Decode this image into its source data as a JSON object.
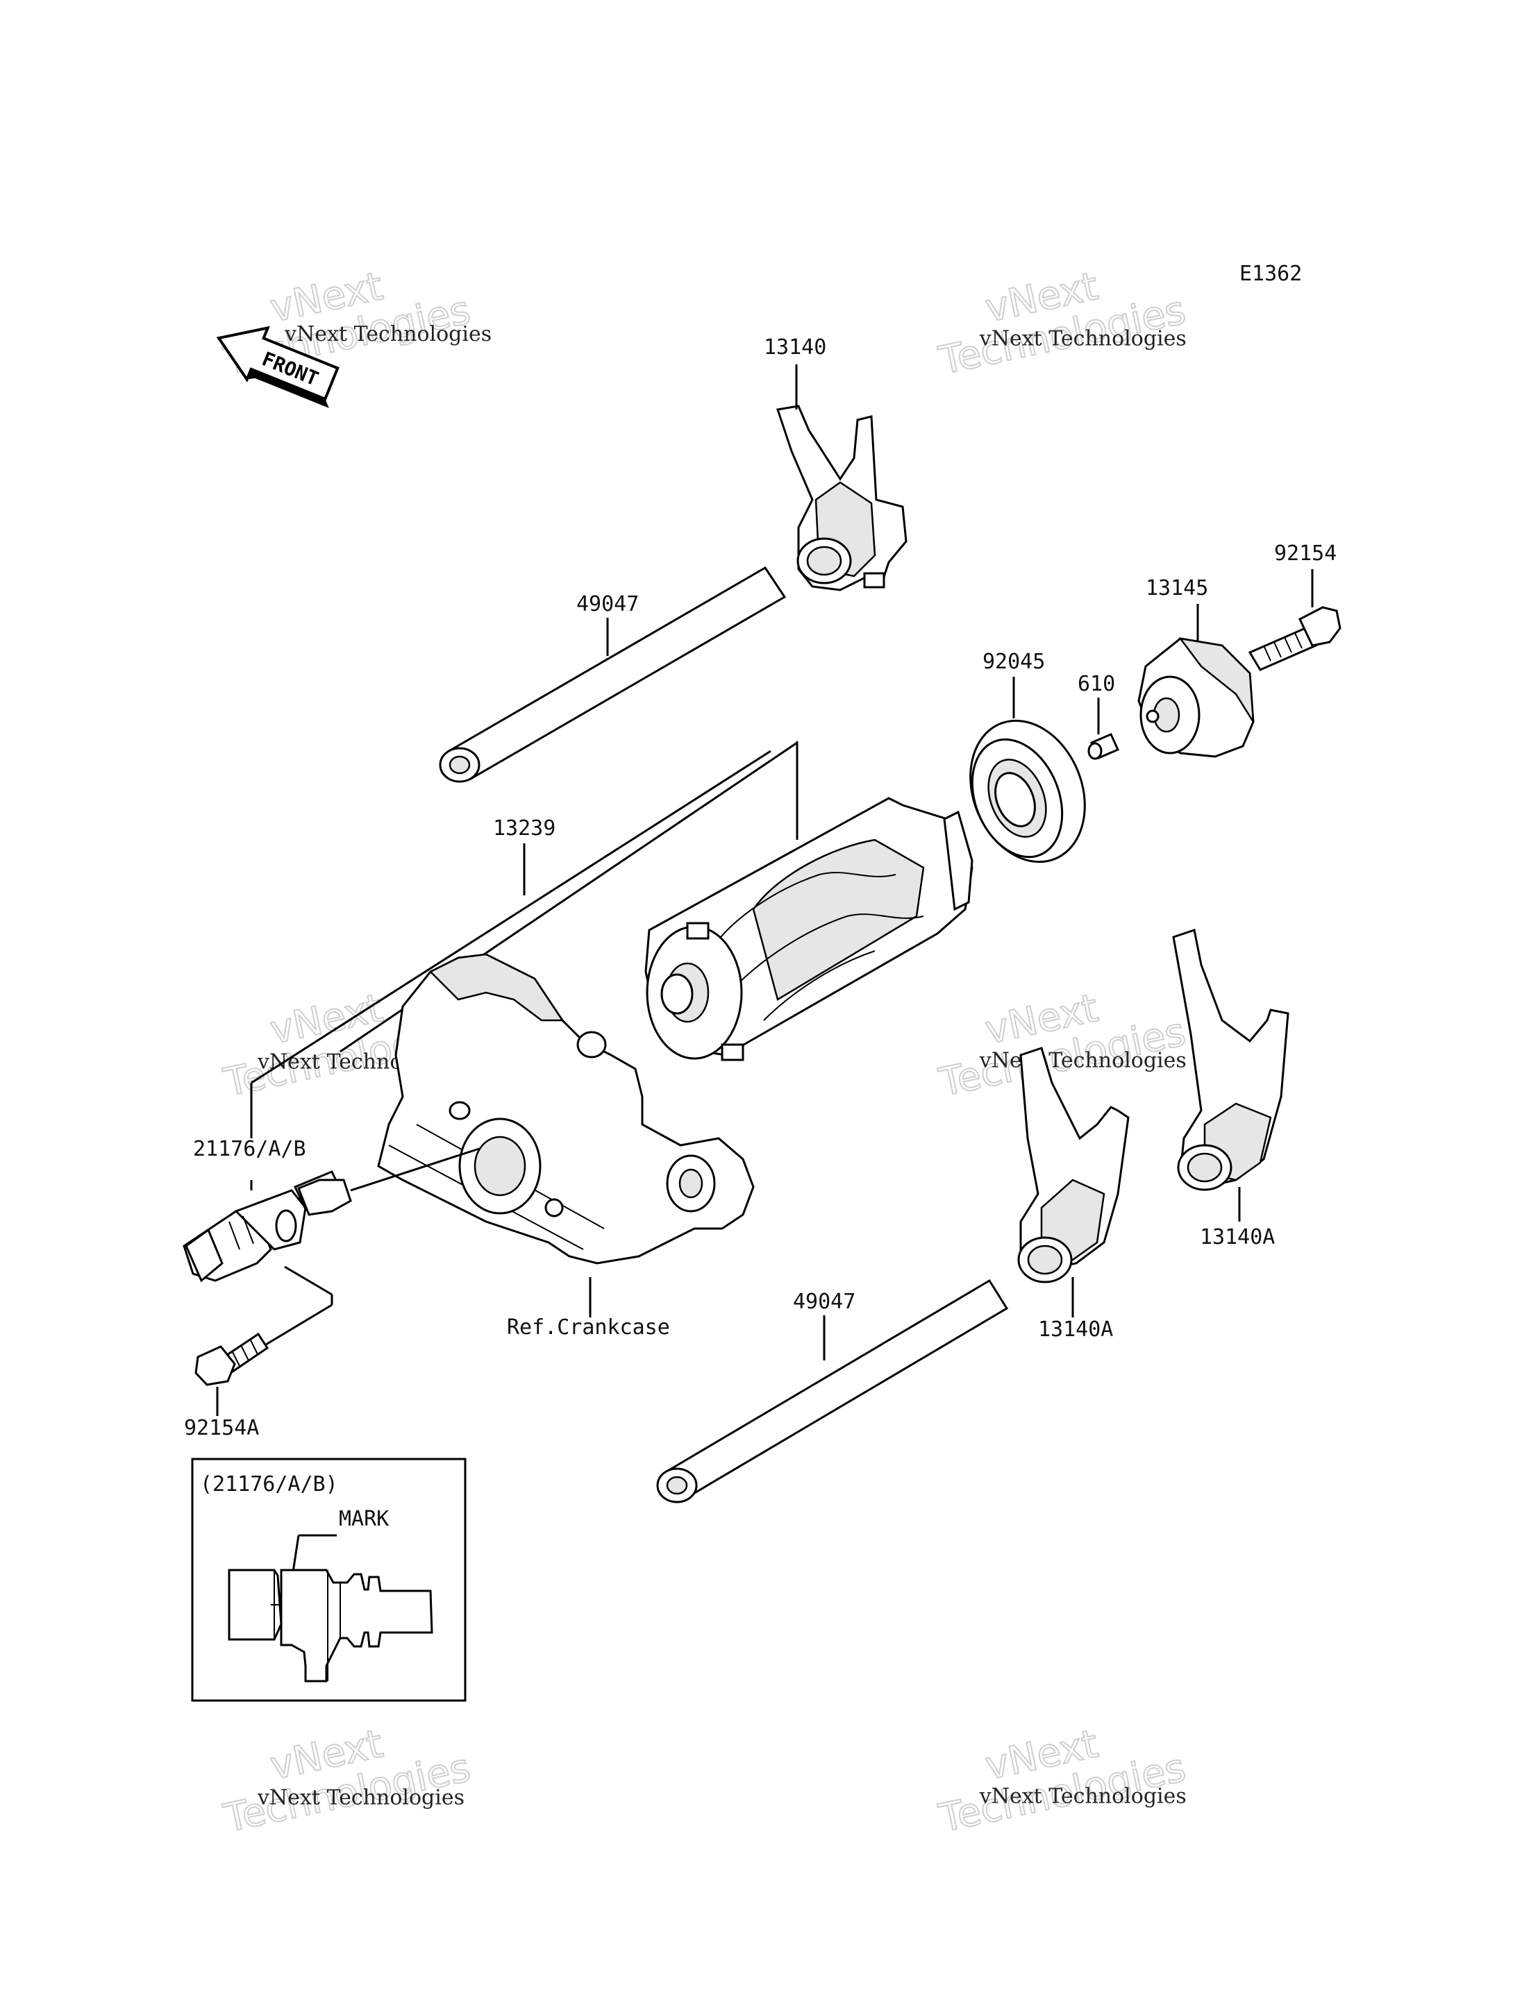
{
  "diagram_code": "E1362",
  "front_label": "FRONT",
  "watermark_line1": "vNext Technologies",
  "watermark_line2a": "vNext",
  "watermark_line2b": "Technologies",
  "parts": {
    "p13140": "13140",
    "p49047_top": "49047",
    "p92154": "92154",
    "p13145": "13145",
    "p92045": "92045",
    "p610": "610",
    "p13239": "13239",
    "p21176": "21176/A/B",
    "p92154A": "92154A",
    "ref_crankcase": "Ref.Crankcase",
    "p49047_bottom": "49047",
    "p13140A_mid": "13140A",
    "p13140A_right": "13140A"
  },
  "inset": {
    "title": "(21176/A/B)",
    "mark_label": "MARK"
  }
}
